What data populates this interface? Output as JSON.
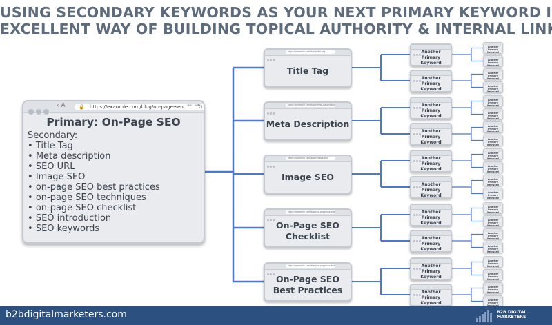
{
  "title": {
    "line1": "USING SECONDARY KEYWORDS AS YOUR NEXT PRIMARY KEYWORD IS",
    "line2": "EXCELLENT WAY OF BUILDING TOPICAL AUTHORITY & INTERNAL LINKS"
  },
  "main": {
    "url": "https://example.com/blog/on-page-seo",
    "heading": "Primary: On-Page SEO",
    "secondary_label": "Secondary:",
    "items": [
      "Title Tag",
      "Meta description",
      "SEO URL",
      "Image SEO",
      "on-page SEO best practices",
      "on-page SEO techniques",
      "on-page SEO checklist",
      "SEO introduction",
      "SEO keywords"
    ]
  },
  "nodes": [
    {
      "label": "Title Tag",
      "url": "https://example.com/blog/title-tag"
    },
    {
      "label": "Meta Description",
      "url": "https://example.com/blog/meta-description"
    },
    {
      "label": "Image SEO",
      "url": "https://example.com/blog/image-seo"
    },
    {
      "label": "On-Page SEO Checklist",
      "url": "https://example.com/blog/on-page-seo-checklist"
    },
    {
      "label": "On-Page SEO Best Practices",
      "url": "https://example.com/blog/on-page-seo-best-practice"
    }
  ],
  "keyword_label": "Another Primary Keyword",
  "small_label": "Another Primary Keyword",
  "colors": {
    "connector": "#4a78d2",
    "footer": "#2c5180",
    "title": "#5e6b7c"
  },
  "footer": {
    "brand": "b2bdigitalmarketers.com",
    "logo_line1": "B2B DIGITAL",
    "logo_line2": "MARKETERS"
  }
}
